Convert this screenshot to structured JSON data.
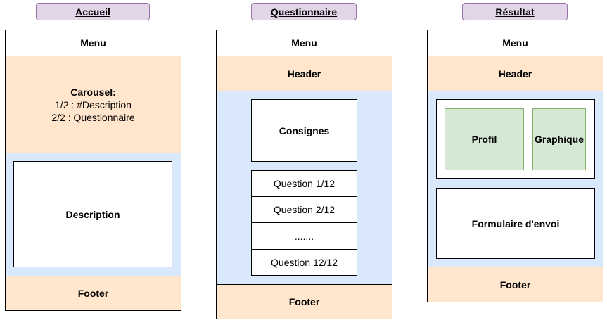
{
  "accueil": {
    "title": "Accueil",
    "menu": "Menu",
    "carousel_title": "Carousel:",
    "carousel_line1": "1/2 : #Description",
    "carousel_line2": "2/2 : Questionnaire",
    "description": "Description",
    "footer": "Footer"
  },
  "questionnaire": {
    "title": "Questionnaire",
    "menu": "Menu",
    "header": "Header",
    "consignes": "Consignes",
    "questions": [
      "Question 1/12",
      "Question 2/12",
      ".......",
      "Question 12/12"
    ],
    "footer": "Footer"
  },
  "resultat": {
    "title": "Résultat",
    "menu": "Menu",
    "header": "Header",
    "profil": "Profil",
    "graphique": "Graphique",
    "formulaire": "Formulaire d'envoi",
    "footer": "Footer"
  },
  "colors": {
    "tab_fill": "#e1d5e7",
    "tab_border": "#9673a6",
    "orange_fill": "#ffe6cc",
    "blue_fill": "#dae8fc",
    "green_fill": "#d5e8d4",
    "green_border": "#82b366"
  }
}
